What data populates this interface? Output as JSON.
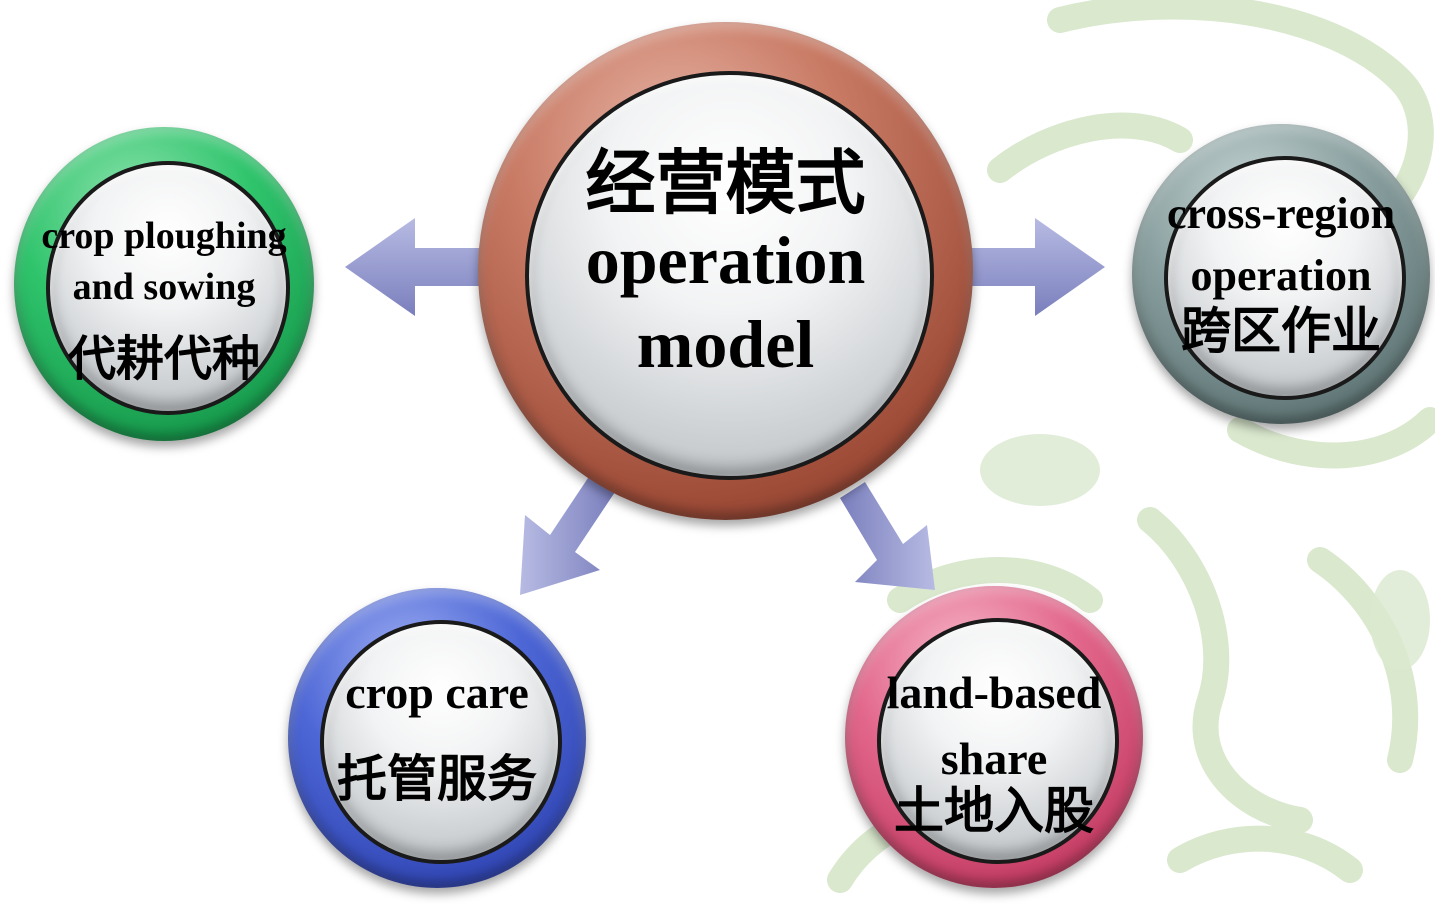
{
  "center": {
    "cn": "经营模式",
    "en_line1": "operation",
    "en_line2": "model"
  },
  "nodes": {
    "ploughing": {
      "en_line1": "crop ploughing",
      "en_line2": "and sowing",
      "cn": "代耕代种"
    },
    "cross_region": {
      "en_line1": "cross-region",
      "en_line2": "operation",
      "cn": "跨区作业"
    },
    "crop_care": {
      "en": "crop care",
      "cn": "托管服务"
    },
    "land_share": {
      "en_line1": "land-based",
      "en_line2": "share",
      "cn": "土地入股"
    }
  },
  "colors": {
    "center_ring": "#b8604a",
    "ploughing_ring": "#1fb561",
    "cross_region_ring": "#6f8787",
    "crop_care_ring": "#3a53c6",
    "land_share_ring": "#d9547a",
    "arrow": "#8f93c8",
    "background_motif": "#c8dcb8"
  }
}
